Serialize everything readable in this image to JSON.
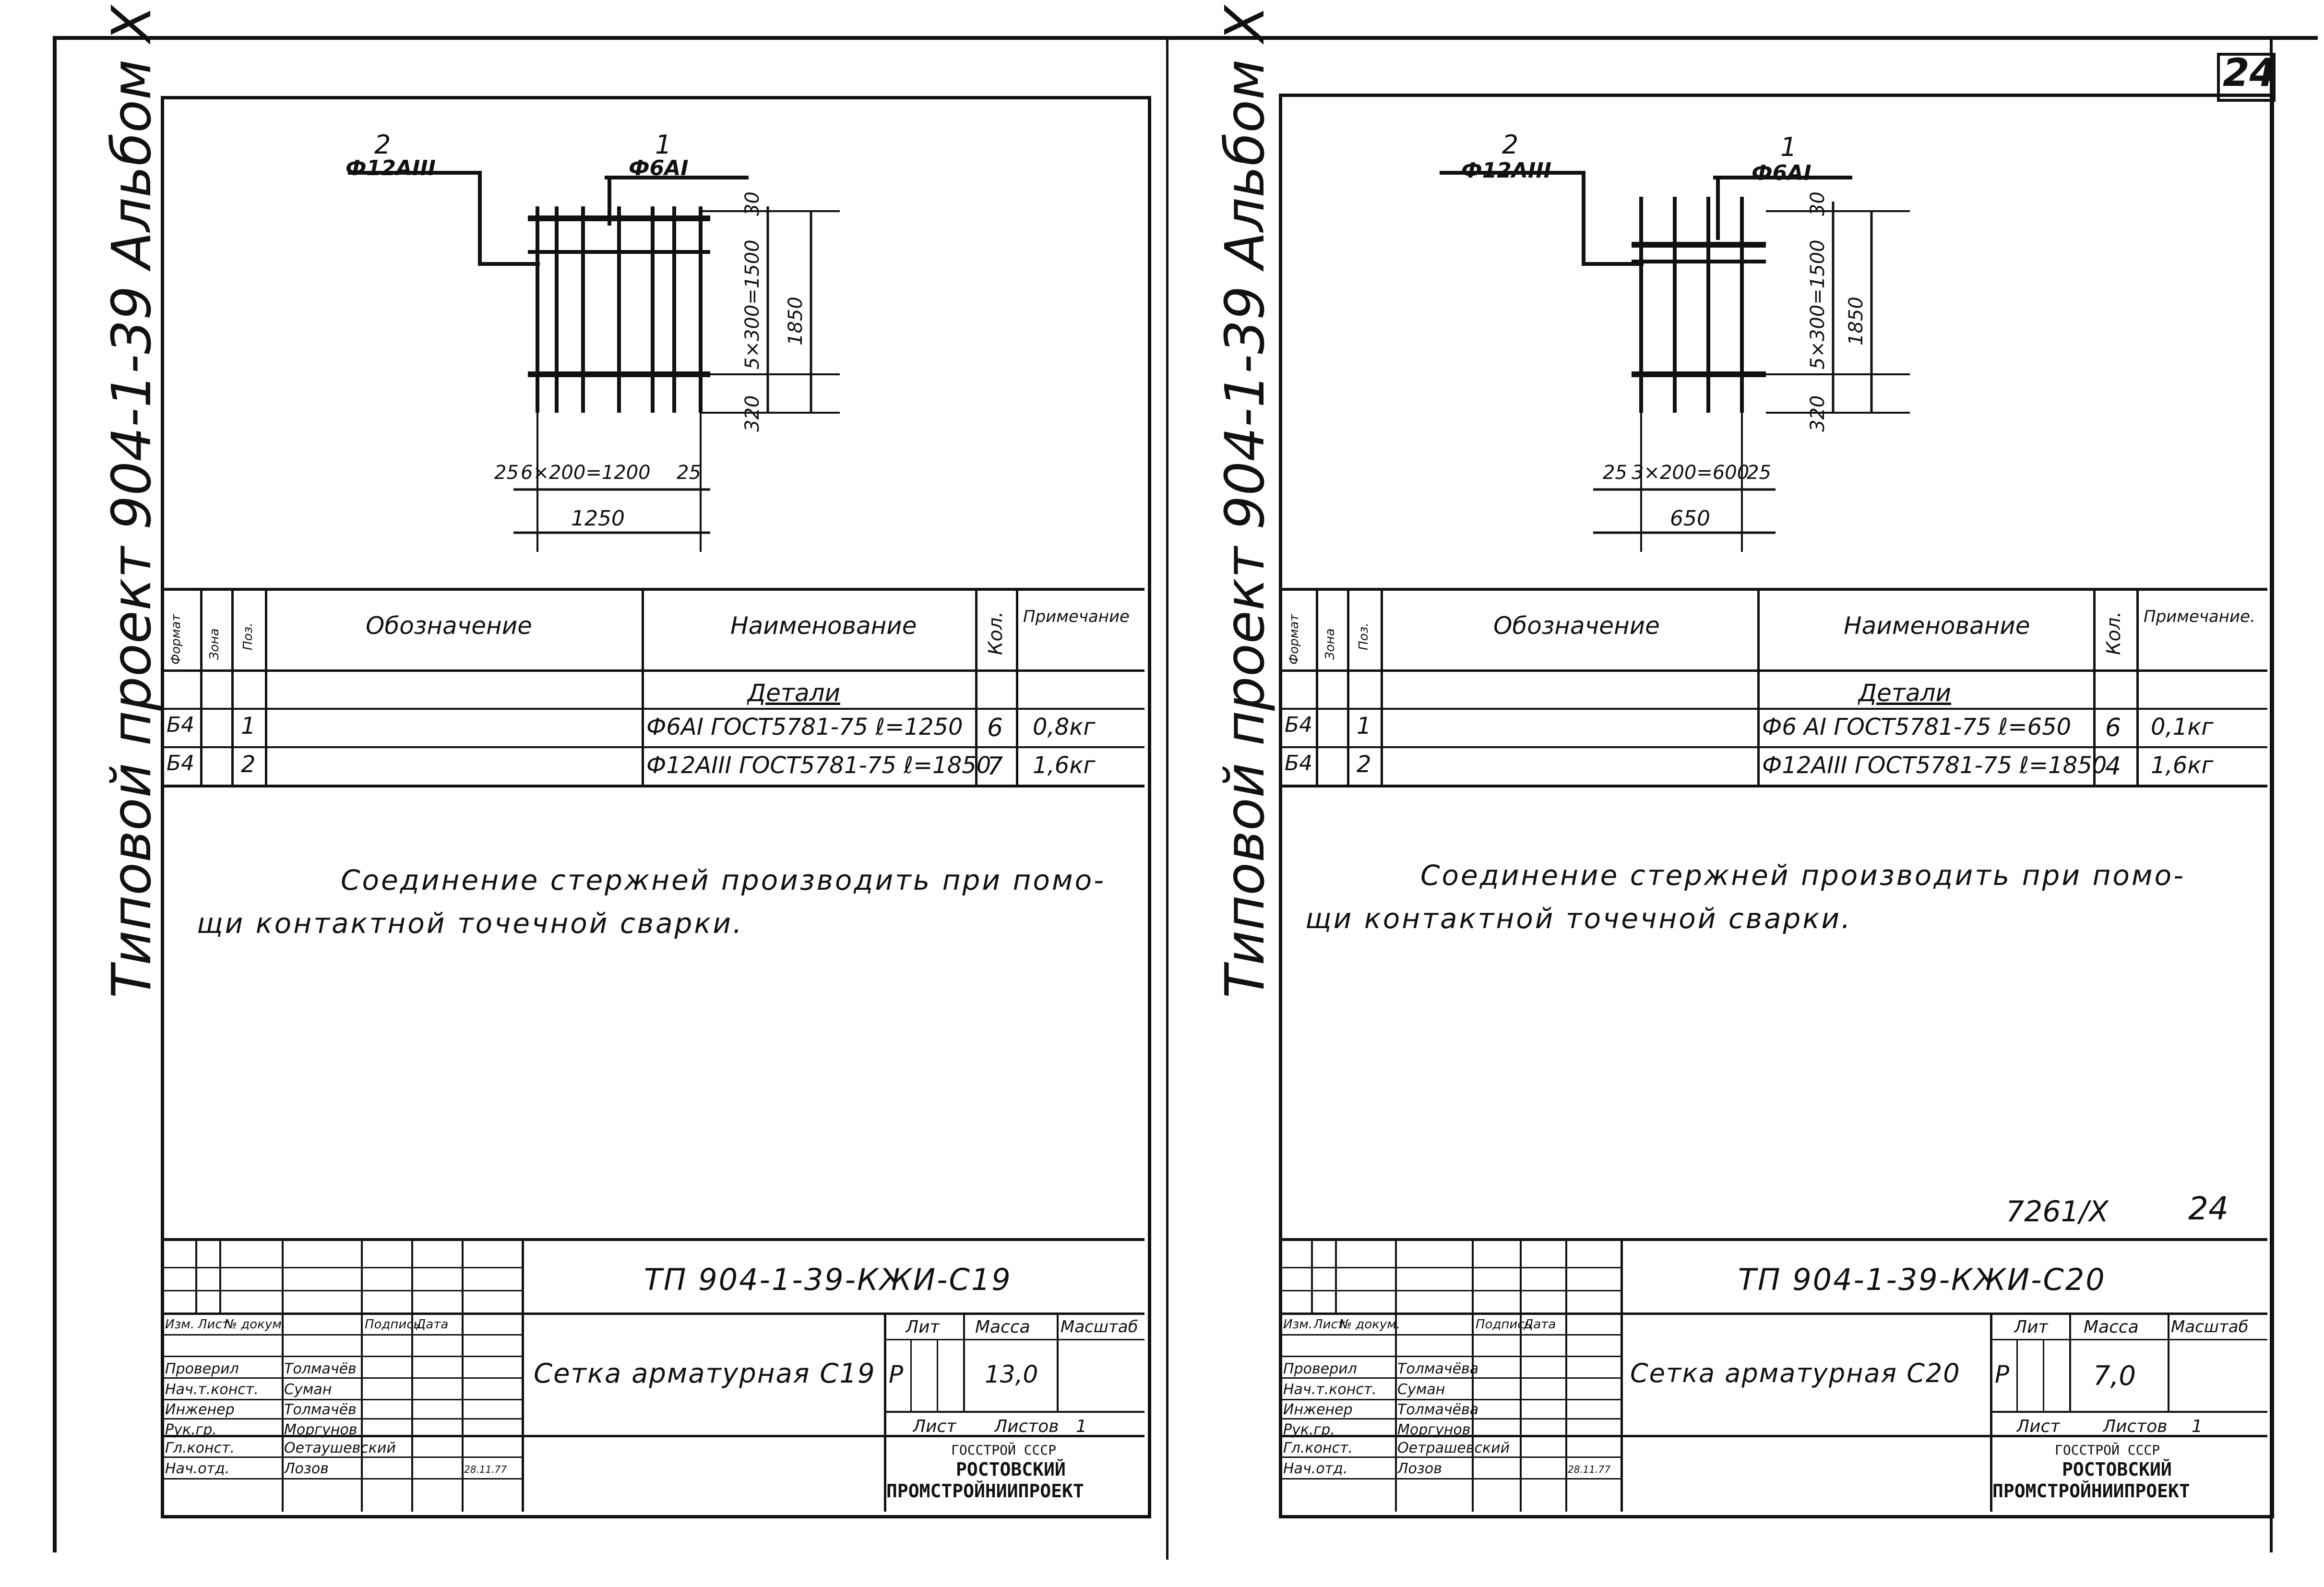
{
  "page_number": "24",
  "left": {
    "side_title": "Типовой проект 904-1-39 Альбом X",
    "mesh": {
      "pos2_label": "2",
      "pos2_rebar": "Ф12АIII",
      "pos1_label": "1",
      "pos1_rebar": "Ф6АI",
      "dim_vertical_spacing": "5×300=1500",
      "dim_vertical_top": "30",
      "dim_vertical_bottom": "320",
      "dim_vertical_total": "1850",
      "dim_horizontal_left": "25",
      "dim_horizontal_spacing": "6×200=1200",
      "dim_horizontal_right": "25",
      "dim_horizontal_total": "1250"
    },
    "spec": {
      "headers": {
        "format": "Формат",
        "zone": "Зона",
        "pos": "Поз.",
        "designation": "Обозначение",
        "name": "Наименование",
        "qty": "Кол.",
        "note": "Примечание"
      },
      "section": "Детали",
      "rows": [
        {
          "format": "Б4",
          "pos": "1",
          "name": "Ф6АI ГОСТ5781-75 ℓ=1250",
          "qty": "6",
          "note": "0,8кг"
        },
        {
          "format": "Б4",
          "pos": "2",
          "name": "Ф12АIII ГОСТ5781-75 ℓ=1850",
          "qty": "7",
          "note": "1,6кг"
        }
      ]
    },
    "note_text_line1": "Соединение стержней производить при помо-",
    "note_text_line2": "щи контактной точечной сварки.",
    "title_block": {
      "doc_code": "ТП 904-1-39-КЖИ-С19",
      "col_headers": {
        "izm": "Изм.",
        "list": "Лист",
        "doc": "№ докум.",
        "sign": "Подпись",
        "date": "Дата"
      },
      "roles": [
        {
          "role": "Проверил",
          "name": "Толмачёв"
        },
        {
          "role": "Нач.т.конст.",
          "name": "Суман"
        },
        {
          "role": "Инженер",
          "name": "Толмачёв"
        },
        {
          "role": "Рук.гр.",
          "name": "Моргунов"
        },
        {
          "role": "Гл.конст.",
          "name": "Оетаушевский"
        },
        {
          "role": "Нач.отд.",
          "name": "Лозов"
        }
      ],
      "date_value": "28.11.77",
      "item_name": "Сетка арматурная С19",
      "lit_header": "Лит",
      "mass_header": "Масса",
      "scale_header": "Масштаб",
      "lit_value": "Р",
      "mass_value": "13,0",
      "sheet_label": "Лист",
      "sheets_label": "Листов",
      "sheets_value": "1",
      "org_line1": "ГОССТРОЙ СССР",
      "org_line2": "РОСТОВСКИЙ",
      "org_line3": "ПРОМСТРОЙНИИПРОЕКТ"
    }
  },
  "right": {
    "side_title": "Типовой проект 904-1-39 Альбом X",
    "mesh": {
      "pos2_label": "2",
      "pos2_rebar": "Ф12АIII",
      "pos1_label": "1",
      "pos1_rebar": "Ф6АI",
      "dim_vertical_spacing": "5×300=1500",
      "dim_vertical_top": "30",
      "dim_vertical_bottom": "320",
      "dim_vertical_total": "1850",
      "dim_horizontal_left": "25",
      "dim_horizontal_spacing": "3×200=600",
      "dim_horizontal_right": "25",
      "dim_horizontal_total": "650"
    },
    "spec": {
      "headers": {
        "format": "Формат",
        "zone": "Зона",
        "pos": "Поз.",
        "designation": "Обозначение",
        "name": "Наименование",
        "qty": "Кол.",
        "note": "Примечание."
      },
      "section": "Детали",
      "rows": [
        {
          "format": "Б4",
          "pos": "1",
          "name": "Ф6 АI ГОСТ5781-75 ℓ=650",
          "qty": "6",
          "note": "0,1кг"
        },
        {
          "format": "Б4",
          "pos": "2",
          "name": "Ф12АIII ГОСТ5781-75 ℓ=1850",
          "qty": "4",
          "note": "1,6кг"
        }
      ]
    },
    "note_text_line1": "Соединение стержней производить при помо-",
    "note_text_line2": "щи контактной точечной сварки.",
    "stamp_code": "7261/X",
    "stamp_page": "24",
    "title_block": {
      "doc_code": "ТП 904-1-39-КЖИ-С20",
      "col_headers": {
        "izm": "Изм.",
        "list": "Лист",
        "doc": "№ докум.",
        "sign": "Подпись",
        "date": "Дата"
      },
      "roles": [
        {
          "role": "Проверил",
          "name": "Толмачёва"
        },
        {
          "role": "Нач.т.конст.",
          "name": "Суман"
        },
        {
          "role": "Инженер",
          "name": "Толмачёва"
        },
        {
          "role": "Рук.гр.",
          "name": "Моргунов"
        },
        {
          "role": "Гл.конст.",
          "name": "Оетрашевский"
        },
        {
          "role": "Нач.отд.",
          "name": "Лозов"
        }
      ],
      "date_value": "28.11.77",
      "item_name": "Сетка арматурная С20",
      "lit_header": "Лит",
      "mass_header": "Масса",
      "scale_header": "Масштаб",
      "lit_value": "Р",
      "mass_value": "7,0",
      "sheet_label": "Лист",
      "sheets_label": "Листов",
      "sheets_value": "1",
      "org_line1": "ГОССТРОЙ СССР",
      "org_line2": "РОСТОВСКИЙ",
      "org_line3": "ПРОМСТРОЙНИИПРОЕКТ"
    }
  }
}
